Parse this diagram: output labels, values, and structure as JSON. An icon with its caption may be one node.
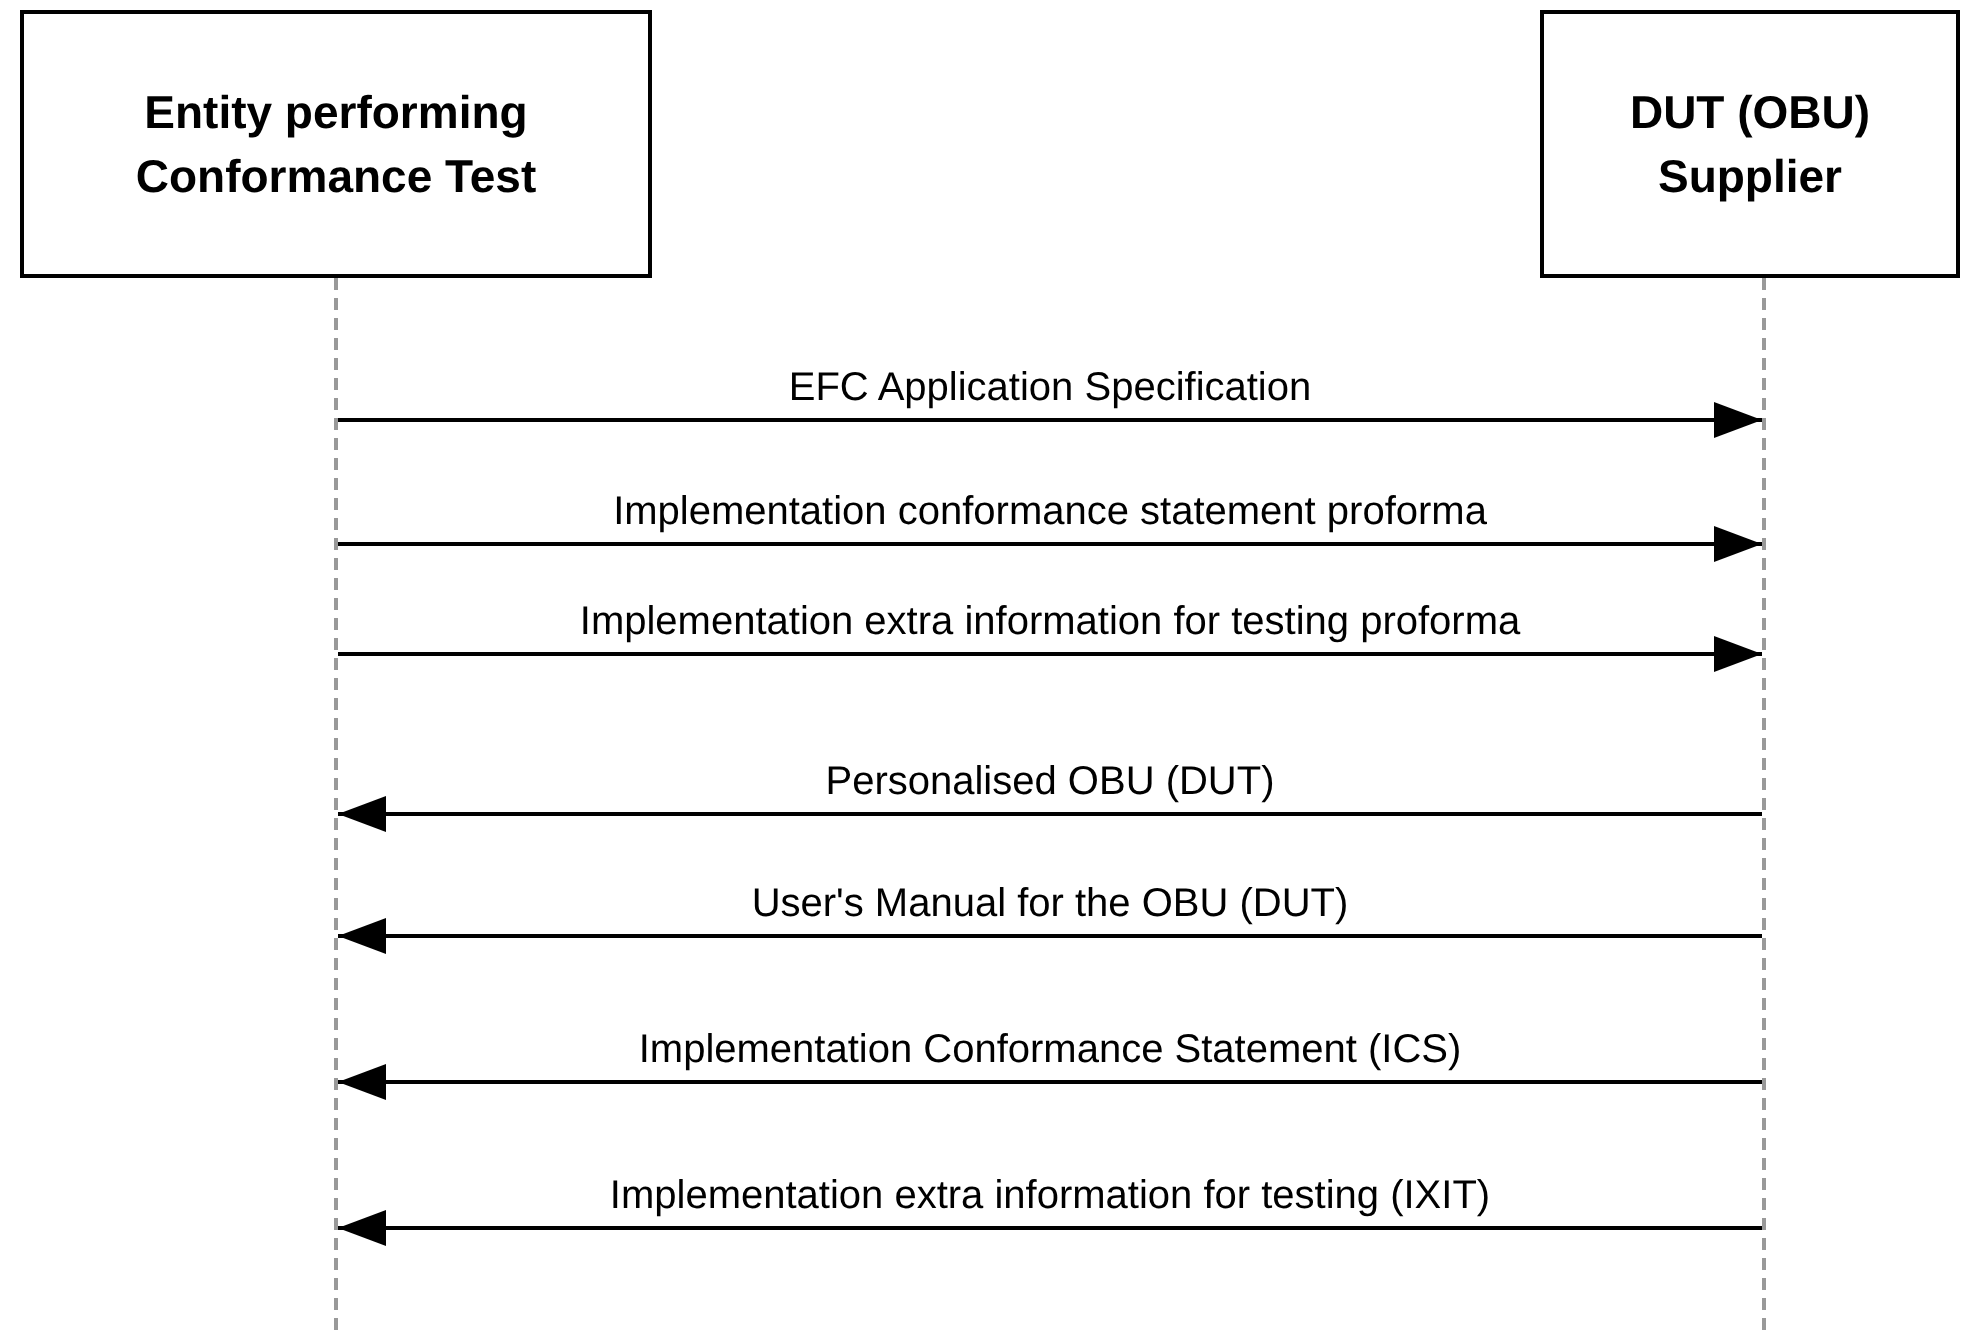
{
  "diagram": {
    "nodes": [
      {
        "text": [
          "Entity performing Conformance Test"
        ]
      },
      {
        "text": [
          "DUT (OBU) Supplier"
        ]
      },
      {
        "text": [],
        "shape": "line"
      },
      {
        "text": [],
        "shape": "line"
      }
    ],
    "edges": [
      {
        "from": 2,
        "to": 3,
        "arrow": "to",
        "label": "EFC Application Specification"
      },
      {
        "from": 2,
        "to": 3,
        "arrow": "to",
        "label": "Implementation conformance statement proforma"
      },
      {
        "from": 2,
        "to": 3,
        "arrow": "to",
        "label": "Implementation extra information for testing proforma"
      },
      {
        "from": 3,
        "to": 2,
        "arrow": "to",
        "label": "Personalised OBU (DUT)"
      },
      {
        "from": 3,
        "to": 2,
        "arrow": "to",
        "label": "User's Manual for the OBU (DUT)"
      },
      {
        "from": 3,
        "to": 2,
        "arrow": "to",
        "label": "Implementation Conformance Statement (ICS)"
      },
      {
        "from": 3,
        "to": 2,
        "arrow": "to",
        "label": "Implementation extra information for testing (IXIT)"
      }
    ]
  }
}
